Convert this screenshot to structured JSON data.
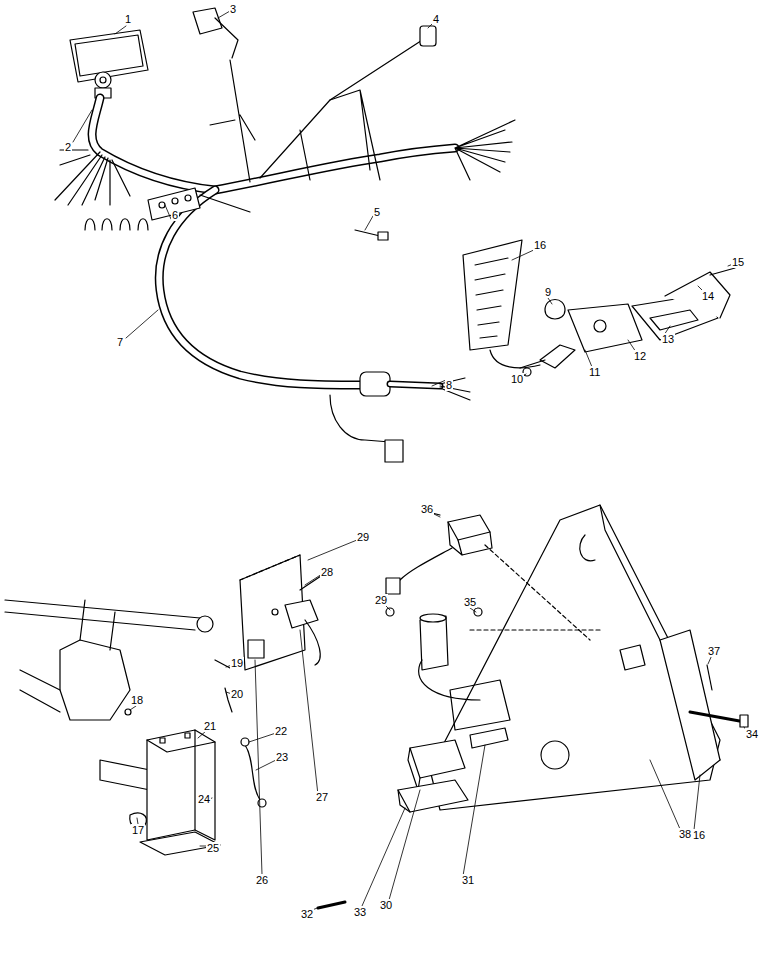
{
  "diagram": {
    "labels": [
      "1",
      "2",
      "3",
      "4",
      "5",
      "6",
      "7",
      "8",
      "9",
      "10",
      "11",
      "12",
      "13",
      "14",
      "15",
      "16",
      "17",
      "18",
      "19",
      "20",
      "21",
      "22",
      "23",
      "24",
      "25",
      "26",
      "27",
      "28",
      "29",
      "30",
      "31",
      "32",
      "33",
      "34",
      "35",
      "36",
      "37",
      "38",
      "16",
      "29"
    ]
  }
}
